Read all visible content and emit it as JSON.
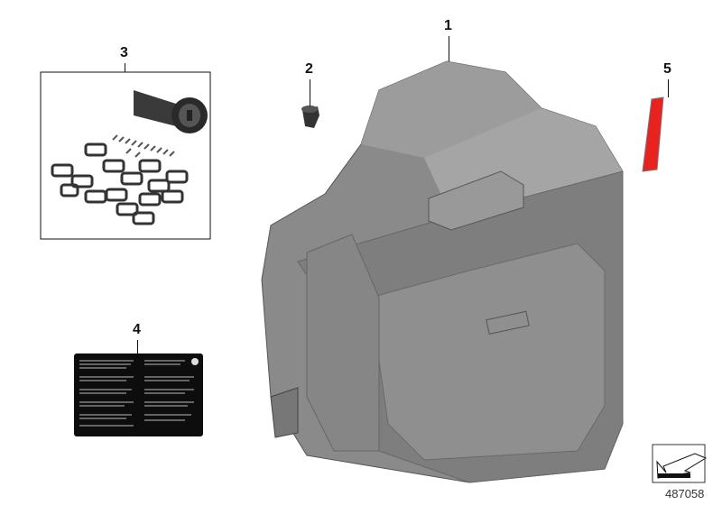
{
  "callouts": {
    "case": "1",
    "plug": "2",
    "lock_set": "3",
    "label": "4",
    "reflector": "5"
  },
  "diagram_number": "487058",
  "colors": {
    "case_gray": "#8a8a8a",
    "reflector_red": "#e8231f",
    "label_black": "#0d0d0d"
  }
}
